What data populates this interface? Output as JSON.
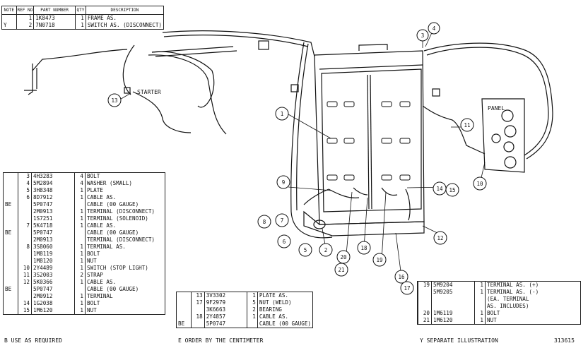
{
  "top_table": {
    "headers": [
      "NOTE",
      "REF NO",
      "PART NUMBER",
      "QTY",
      "DESCRIPTION"
    ],
    "rows": [
      {
        "note": "",
        "ref": "1",
        "part": "1K8473",
        "qty": "1",
        "desc": "FRAME AS."
      },
      {
        "note": "Y",
        "ref": "2",
        "part": "7N0718",
        "qty": "1",
        "desc": "SWITCH AS. (DISCONNECT)"
      }
    ]
  },
  "left_table": {
    "rows": [
      {
        "note": "",
        "ref": "3",
        "part": "4H3283",
        "qty": "4",
        "desc": "BOLT"
      },
      {
        "note": "",
        "ref": "4",
        "part": "5M2894",
        "qty": "4",
        "desc": "WASHER (SMALL)"
      },
      {
        "note": "",
        "ref": "5",
        "part": "3H8348",
        "qty": "1",
        "desc": "PLATE"
      },
      {
        "note": "",
        "ref": "6",
        "part": "8D7912",
        "qty": "1",
        "desc": "CABLE AS."
      },
      {
        "note": "BE",
        "ref": "",
        "part": "5P0747",
        "qty": "",
        "desc": "CABLE (00 GAUGE)"
      },
      {
        "note": "",
        "ref": "",
        "part": "2M0913",
        "qty": "1",
        "desc": "TERMINAL (DISCONNECT)"
      },
      {
        "note": "",
        "ref": "",
        "part": "1S7251",
        "qty": "1",
        "desc": "TERMINAL (SOLENOID)"
      },
      {
        "note": "",
        "ref": "7",
        "part": "5K4718",
        "qty": "1",
        "desc": "CABLE AS."
      },
      {
        "note": "BE",
        "ref": "",
        "part": "5P0747",
        "qty": "",
        "desc": "CABLE (00 GAUGE)"
      },
      {
        "note": "",
        "ref": "",
        "part": "2M0913",
        "qty": "",
        "desc": "TERMINAL (DISCONNECT)"
      },
      {
        "note": "",
        "ref": "8",
        "part": "3S8060",
        "qty": "1",
        "desc": "TERMINAL AS."
      },
      {
        "note": "",
        "ref": "",
        "part": "1M8119",
        "qty": "1",
        "desc": "BOLT"
      },
      {
        "note": "",
        "ref": "",
        "part": "1M8120",
        "qty": "1",
        "desc": "NUT"
      },
      {
        "note": "",
        "ref": "10",
        "part": "2Y4489",
        "qty": "1",
        "desc": "SWITCH (STOP LIGHT)"
      },
      {
        "note": "",
        "ref": "11",
        "part": "3S2003",
        "qty": "2",
        "desc": "STRAP"
      },
      {
        "note": "",
        "ref": "12",
        "part": "5K0366",
        "qty": "1",
        "desc": "CABLE AS."
      },
      {
        "note": "BE",
        "ref": "",
        "part": "5P0747",
        "qty": "",
        "desc": "CABLE (00 GAUGE)"
      },
      {
        "note": "",
        "ref": "",
        "part": "2M0912",
        "qty": "1",
        "desc": "TERMINAL"
      },
      {
        "note": "",
        "ref": "14",
        "part": "1G2038",
        "qty": "1",
        "desc": "BOLT"
      },
      {
        "note": "",
        "ref": "15",
        "part": "1M6120",
        "qty": "1",
        "desc": "NUT"
      }
    ]
  },
  "mid_table": {
    "rows": [
      {
        "note": "",
        "ref": "13",
        "part": "3V3302",
        "qty": "1",
        "desc": "PLATE AS."
      },
      {
        "note": "",
        "ref": "17",
        "part": "9F2979",
        "qty": "5",
        "desc": "NUT (WELD)"
      },
      {
        "note": "",
        "ref": "",
        "part": "3K6663",
        "qty": "2",
        "desc": "BEARING"
      },
      {
        "note": "",
        "ref": "18",
        "part": "2Y4857",
        "qty": "1",
        "desc": "CABLE AS."
      },
      {
        "note": "BE",
        "ref": "",
        "part": "5P0747",
        "qty": "",
        "desc": "CABLE (00 GAUGE)"
      }
    ]
  },
  "right_table": {
    "rows": [
      {
        "ref": "19",
        "part": "5M9204",
        "qty": "1",
        "desc": "TERMINAL AS. (+)"
      },
      {
        "ref": "",
        "part": "5M9205",
        "qty": "1",
        "desc": "TERMINAL AS. (-)"
      },
      {
        "ref": "",
        "part": "",
        "qty": "",
        "desc": "(EA. TERMINAL"
      },
      {
        "ref": "",
        "part": "",
        "qty": "",
        "desc": "AS. INCLUDES)"
      },
      {
        "ref": "20",
        "part": "1M6119",
        "qty": "1",
        "desc": "BOLT"
      },
      {
        "ref": "21",
        "part": "1M6120",
        "qty": "1",
        "desc": "NUT"
      }
    ]
  },
  "footnotes": {
    "b": "B   USE AS REQUIRED",
    "e": "E   ORDER BY THE CENTIMETER",
    "y": "Y   SEPARATE ILLUSTRATION",
    "code": "313615"
  },
  "diagram_labels": {
    "starter": "STARTER",
    "panel": "PANEL"
  },
  "callouts": [
    "1",
    "2",
    "3",
    "4",
    "5",
    "6",
    "7",
    "8",
    "9",
    "10",
    "11",
    "13",
    "14",
    "15",
    "16",
    "17",
    "18",
    "19",
    "20",
    "21",
    "12"
  ]
}
